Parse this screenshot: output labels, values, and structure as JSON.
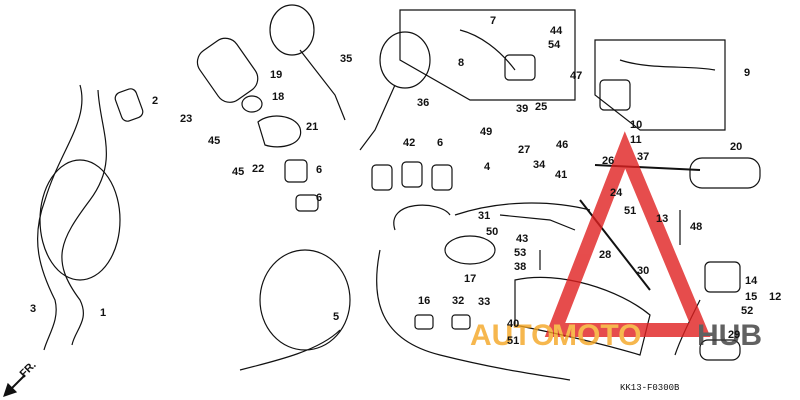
{
  "diagram": {
    "part_numbers": [
      "2",
      "1",
      "3",
      "19",
      "18",
      "35",
      "8",
      "7",
      "44",
      "54",
      "9",
      "47",
      "25",
      "39",
      "10",
      "11",
      "49",
      "27",
      "23",
      "21",
      "45",
      "45",
      "22",
      "6",
      "42",
      "6",
      "6",
      "36",
      "4",
      "34",
      "46",
      "26",
      "37",
      "20",
      "41",
      "24",
      "51",
      "13",
      "48",
      "31",
      "50",
      "43",
      "53",
      "38",
      "28",
      "30",
      "17",
      "5",
      "16",
      "32",
      "33",
      "40",
      "51",
      "14",
      "15",
      "12",
      "52",
      "29"
    ],
    "drawing_code": "KK13-F0300B",
    "direction_label": "FR.",
    "watermark": {
      "text_red": "AUTO",
      "text_orange": "MOTO",
      "text_dark": "HUB",
      "color_red": "#e02020",
      "color_orange": "#f5a623",
      "color_dark": "#3a3a3a"
    }
  }
}
